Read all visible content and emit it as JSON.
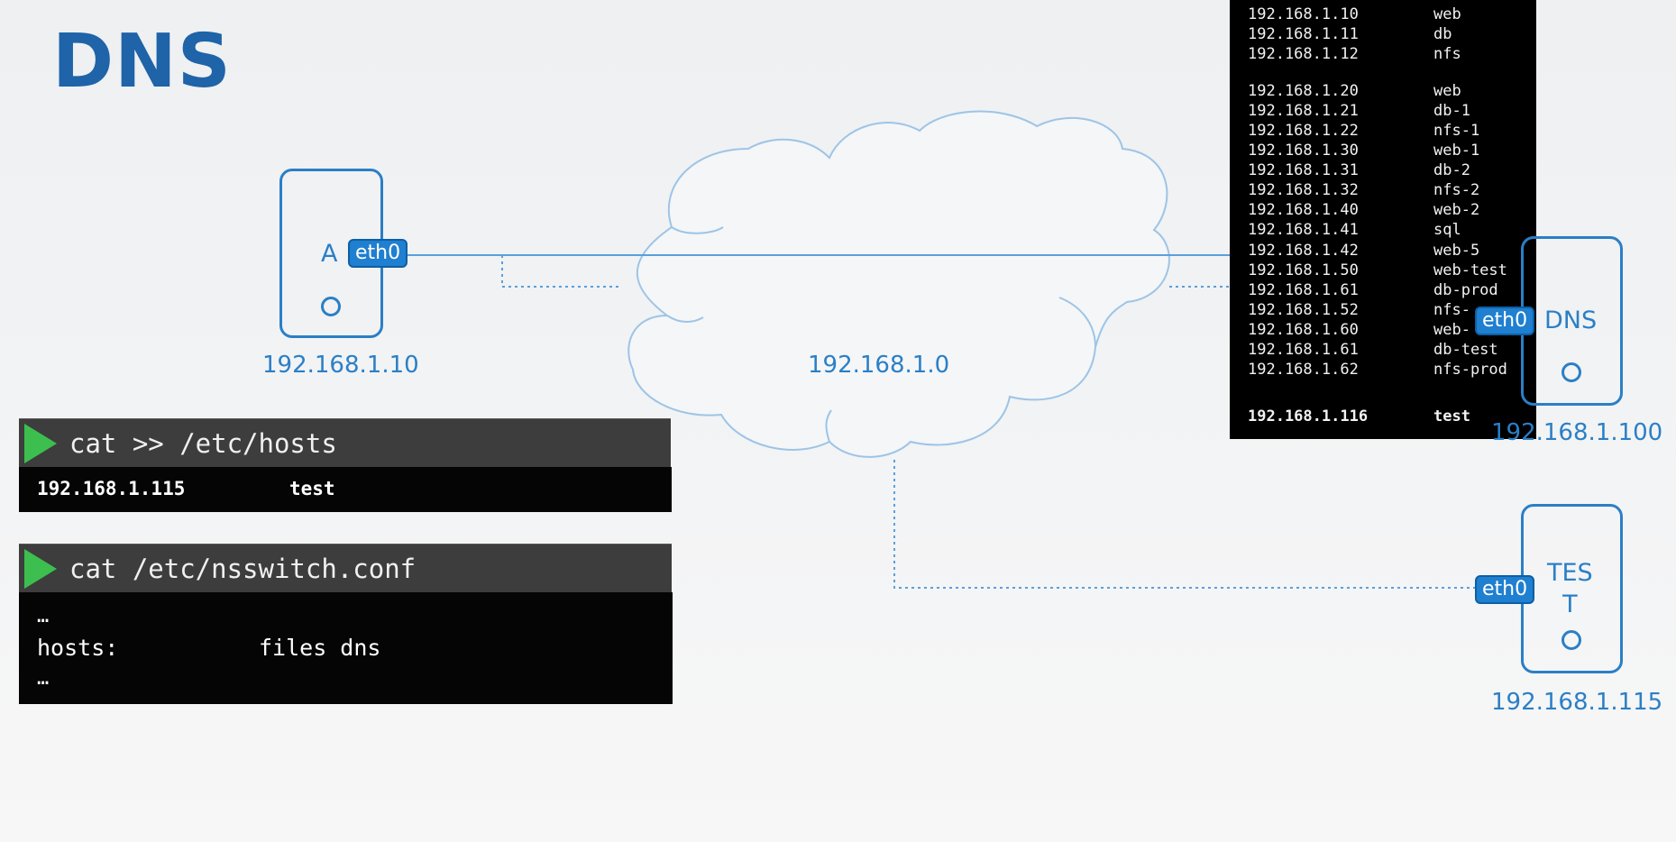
{
  "title": "DNS",
  "colors": {
    "accent": "#2b7fc6",
    "title": "#1f63a8",
    "eth_bg": "#1f7fd0",
    "prompt": "#3cbf4e",
    "terminal_bg": "#000000"
  },
  "network": {
    "label": "192.168.1.0"
  },
  "host_a": {
    "name": "A",
    "interface": "eth0",
    "ip": "192.168.1.10"
  },
  "host_dns": {
    "name": "DNS",
    "interface": "eth0",
    "ip": "192.168.1.100"
  },
  "host_test": {
    "name_line1": "TES",
    "name_line2": "T",
    "interface": "eth0",
    "ip": "192.168.1.115"
  },
  "hosts_terminal": {
    "command": "cat >> /etc/hosts",
    "output_ip": "192.168.1.115",
    "output_name": "test"
  },
  "nsswitch_terminal": {
    "command": "cat /etc/nsswitch.conf",
    "line1": "…",
    "hosts_key": "hosts:",
    "hosts_value": "files dns",
    "line3": "…"
  },
  "dns_records": [
    {
      "ip": "192.168.1.10",
      "name": "web"
    },
    {
      "ip": "192.168.1.11",
      "name": "db"
    },
    {
      "ip": "192.168.1.12",
      "name": "nfs"
    },
    {
      "ip": "192.168.1.20",
      "name": "web"
    },
    {
      "ip": "192.168.1.21",
      "name": "db-1"
    },
    {
      "ip": "192.168.1.22",
      "name": "nfs-1"
    },
    {
      "ip": "192.168.1.30",
      "name": "web-1"
    },
    {
      "ip": "192.168.1.31",
      "name": "db-2"
    },
    {
      "ip": "192.168.1.32",
      "name": "nfs-2"
    },
    {
      "ip": "192.168.1.40",
      "name": "web-2"
    },
    {
      "ip": "192.168.1.41",
      "name": "sql"
    },
    {
      "ip": "192.168.1.42",
      "name": "web-5"
    },
    {
      "ip": "192.168.1.50",
      "name": "web-test"
    },
    {
      "ip": "192.168.1.61",
      "name": "db-prod"
    },
    {
      "ip": "192.168.1.52",
      "name": "nfs-"
    },
    {
      "ip": "192.168.1.60",
      "name": "web-"
    },
    {
      "ip": "192.168.1.61",
      "name": "db-test"
    },
    {
      "ip": "192.168.1.62",
      "name": "nfs-prod"
    }
  ],
  "dns_new_record": {
    "ip": "192.168.1.116",
    "name": "test"
  }
}
